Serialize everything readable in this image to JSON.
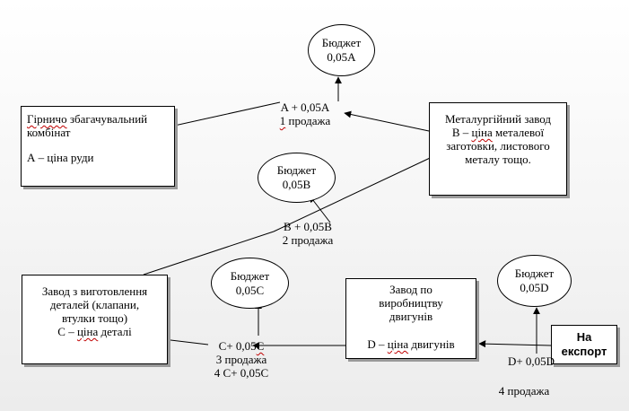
{
  "budget_nodes": {
    "a": {
      "title": "Бюджет",
      "value": "0,05A"
    },
    "b": {
      "title": "Бюджет",
      "value": "0,05B"
    },
    "c": {
      "title": "Бюджет",
      "value": "0,05C"
    },
    "d": {
      "title": "Бюджет",
      "value": "0,05D"
    }
  },
  "enterprises": {
    "mining": {
      "line1_word": "Гірничо",
      "line1_rest": " збагачувальний",
      "line2": "комбінат",
      "price": "А – ціна руди"
    },
    "metallurgical": {
      "line1": "Металургійний завод",
      "line2_pre": "В – ",
      "line2_word": "ціна",
      "line2_post": " металевої",
      "line3": "заготовки, листового",
      "line4": "металу тощо."
    },
    "parts": {
      "line1": "Завод з виготовлення",
      "line2": "деталей (клапани,",
      "line3": "втулки тощо)",
      "line4_pre": "С – ",
      "line4_word": "ціна",
      "line4_post": " деталі"
    },
    "engines": {
      "line1": "Завод по",
      "line2": "виробництву",
      "line3": "двигунів",
      "price_pre": "D – ",
      "price_word": "ціна",
      "price_post": " двигунів"
    },
    "export": {
      "line1": "На",
      "line2": "експорт"
    }
  },
  "sales": {
    "s1": {
      "formula": "A + 0,05A",
      "label_word": "1",
      "label_rest": " продажа"
    },
    "s2": {
      "formula": "B + 0,05B",
      "label": "2 продажа"
    },
    "s3": {
      "formula_pre": "C+ 0,05",
      "formula_word": "C",
      "label": "3 продажа",
      "label2": "4 C+ 0,05C"
    },
    "s4": {
      "formula": "D+ 0,05D",
      "label": "4 продажа"
    }
  }
}
